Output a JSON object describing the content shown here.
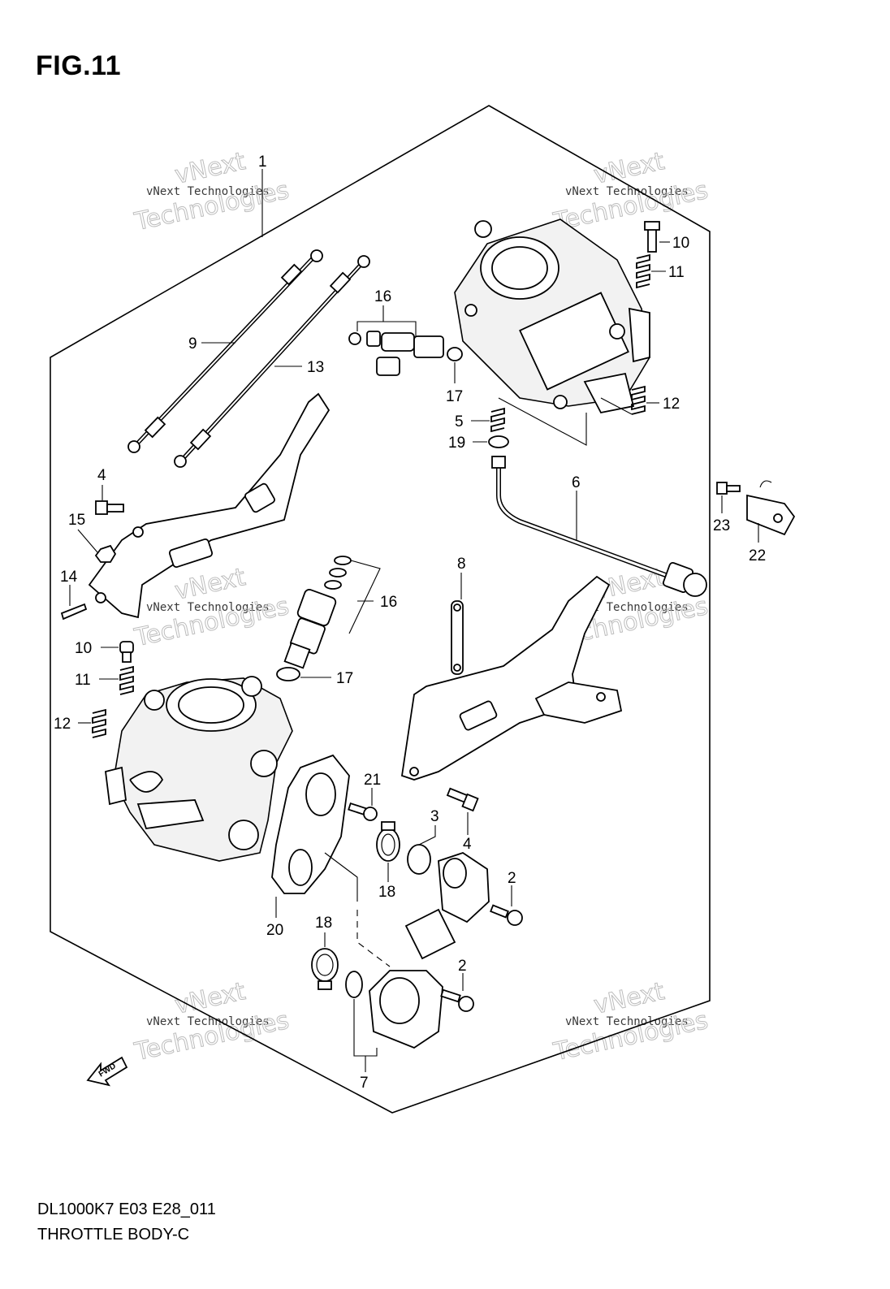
{
  "figure": {
    "title": "FIG.11",
    "code": "DL1000K7 E03 E28_011",
    "name": "THROTTLE BODY-C"
  },
  "watermark": {
    "small": "vNext Technologies",
    "big": "Technologies",
    "top": "vNext"
  },
  "direction_label": "FWD",
  "callouts": [
    {
      "id": "c1",
      "label": "1"
    },
    {
      "id": "c9",
      "label": "9"
    },
    {
      "id": "c13",
      "label": "13"
    },
    {
      "id": "c16a",
      "label": "16"
    },
    {
      "id": "c17a",
      "label": "17"
    },
    {
      "id": "c10a",
      "label": "10"
    },
    {
      "id": "c11a",
      "label": "11"
    },
    {
      "id": "c12a",
      "label": "12"
    },
    {
      "id": "c5",
      "label": "5"
    },
    {
      "id": "c19",
      "label": "19"
    },
    {
      "id": "c6",
      "label": "6"
    },
    {
      "id": "c4a",
      "label": "4"
    },
    {
      "id": "c15",
      "label": "15"
    },
    {
      "id": "c14",
      "label": "14"
    },
    {
      "id": "c23",
      "label": "23"
    },
    {
      "id": "c22",
      "label": "22"
    },
    {
      "id": "c8",
      "label": "8"
    },
    {
      "id": "c16b",
      "label": "16"
    },
    {
      "id": "c10b",
      "label": "10"
    },
    {
      "id": "c11b",
      "label": "11"
    },
    {
      "id": "c17b",
      "label": "17"
    },
    {
      "id": "c12b",
      "label": "12"
    },
    {
      "id": "c21",
      "label": "21"
    },
    {
      "id": "c4b",
      "label": "4"
    },
    {
      "id": "c3",
      "label": "3"
    },
    {
      "id": "c2a",
      "label": "2"
    },
    {
      "id": "c18a",
      "label": "18"
    },
    {
      "id": "c20",
      "label": "20"
    },
    {
      "id": "c18b",
      "label": "18"
    },
    {
      "id": "c2b",
      "label": "2"
    },
    {
      "id": "c7",
      "label": "7"
    }
  ]
}
